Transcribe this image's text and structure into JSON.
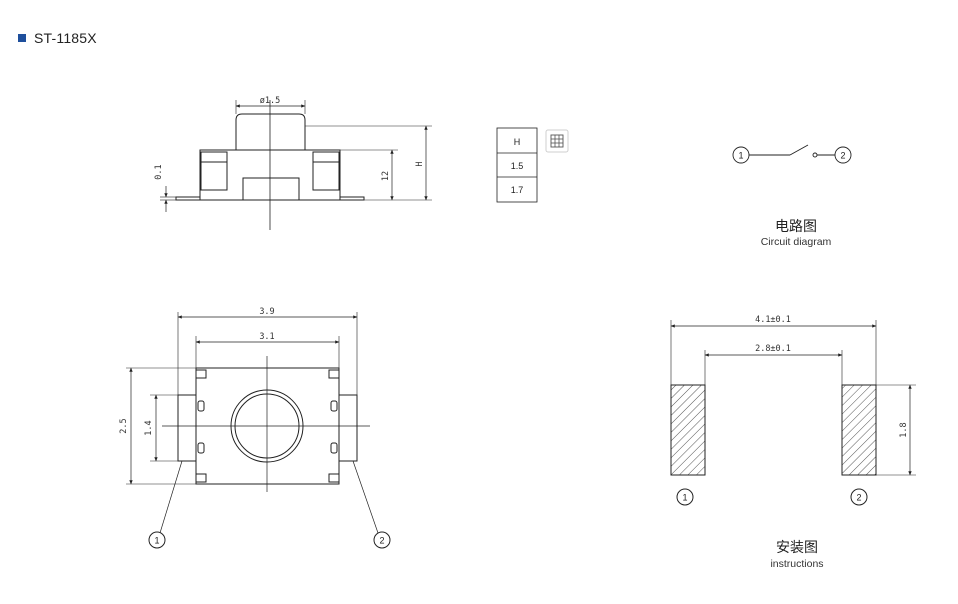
{
  "header": {
    "model": "ST-1185X",
    "accent_color": "#1e4f9c"
  },
  "side_view": {
    "dim_top": "ø1.5",
    "dim_left": "0.1",
    "dim_right_inner": "12",
    "dim_right_outer": "H"
  },
  "height_table": {
    "header": "H",
    "rows": [
      "1.5",
      "1.7"
    ],
    "icon": "table-icon"
  },
  "circuit": {
    "pin1": "1",
    "pin2": "2",
    "caption_cn": "电路图",
    "caption_en": "Circuit diagram"
  },
  "top_view": {
    "dim_outer_width": "3.9",
    "dim_inner_width": "3.1",
    "dim_outer_height": "2.5",
    "dim_inner_height": "1.4",
    "pin1": "1",
    "pin2": "2"
  },
  "install": {
    "dim_outer": "4.1±0.1",
    "dim_inner": "2.8±0.1",
    "dim_height": "1.8",
    "pin1": "1",
    "pin2": "2",
    "caption_cn": "安装图",
    "caption_en": "instructions"
  }
}
